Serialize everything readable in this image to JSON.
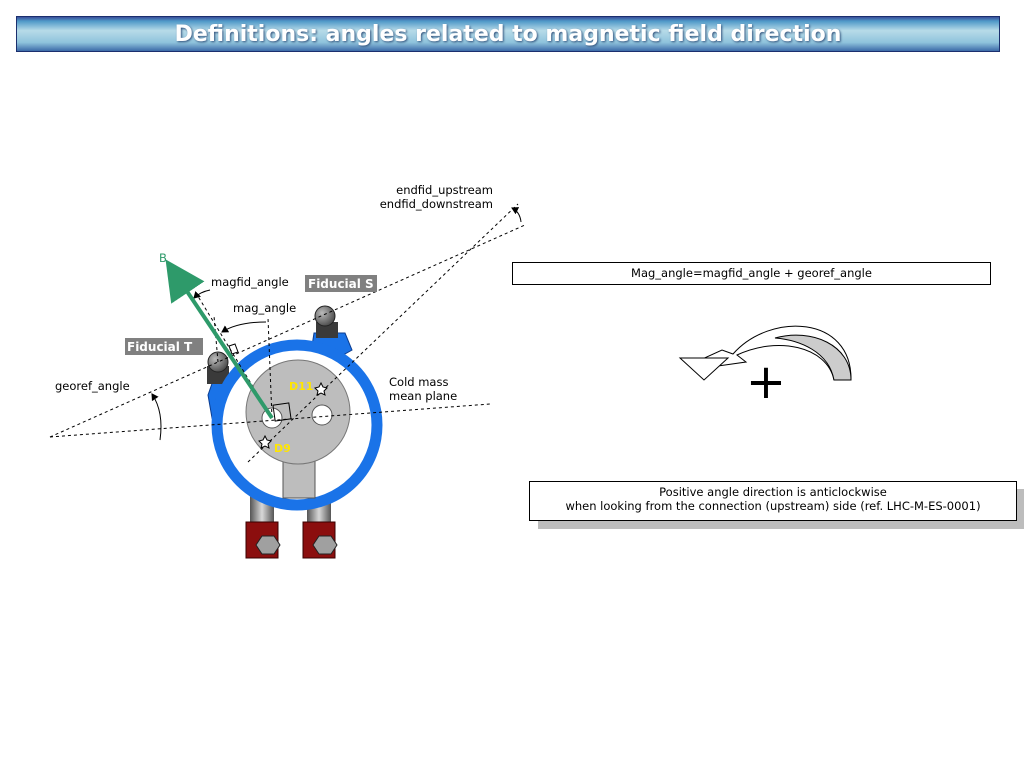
{
  "title": "Definitions: angles related to magnetic field direction",
  "labels": {
    "b_vector": "B",
    "magfid_angle": "magfid_angle",
    "mag_angle": "mag_angle",
    "georef_angle": "georef_angle",
    "endfid_upstream": "endfid_upstream",
    "endfid_downstream": "endfid_downstream",
    "cold_mass_line1": "Cold mass",
    "cold_mass_line2": "mean plane",
    "fiducial_s": "Fiducial S",
    "fiducial_t": "Fiducial T",
    "d11": "D11",
    "d9": "D9"
  },
  "formula": "Mag_angle=magfid_angle + georef_angle",
  "direction_symbol": "+",
  "note": {
    "line1": "Positive angle direction is anticlockwise",
    "line2": "when looking from the connection (upstream) side  (ref. LHC-M-ES-0001)"
  },
  "colors": {
    "vector_green": "#2e9a6a",
    "cryostat_blue": "#1a73e8",
    "star_yellow": "#ffe600",
    "support_red": "#8b0e0e",
    "fiducial_label_bg": "#808080"
  }
}
